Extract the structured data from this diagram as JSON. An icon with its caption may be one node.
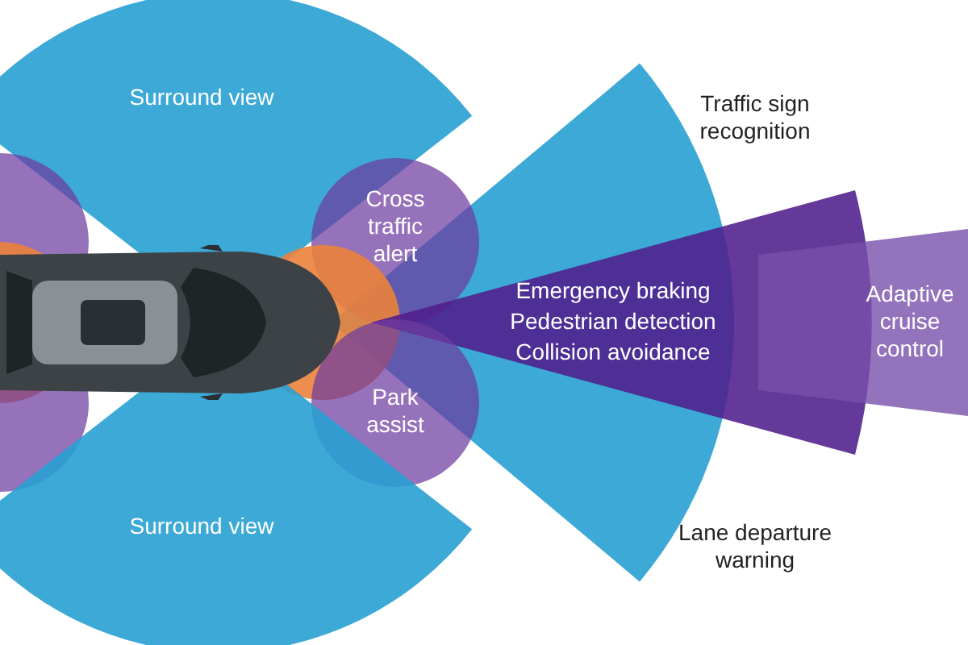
{
  "diagram": {
    "nodes": [
      {
        "text": [
          "Surround view"
        ]
      },
      {
        "text": [
          "Traffic sign recognition",
          "Lane departure warning"
        ]
      },
      {
        "text": [
          "Cross traffic alert"
        ]
      },
      {
        "text": [],
        "shape": "circle"
      },
      {
        "text": [],
        "shape": "circle"
      },
      {
        "text": [],
        "shape": "circle"
      },
      {
        "text": [
          "Emergency braking",
          "Pedestrian detection",
          "Collision avoidance"
        ]
      },
      {
        "text": [
          "Adaptive cruise control"
        ]
      },
      {
        "text": [],
        "shape": "circle"
      },
      {
        "text": [
          "Park assist"
        ]
      },
      {
        "text": [
          "Surround view"
        ]
      }
    ]
  }
}
